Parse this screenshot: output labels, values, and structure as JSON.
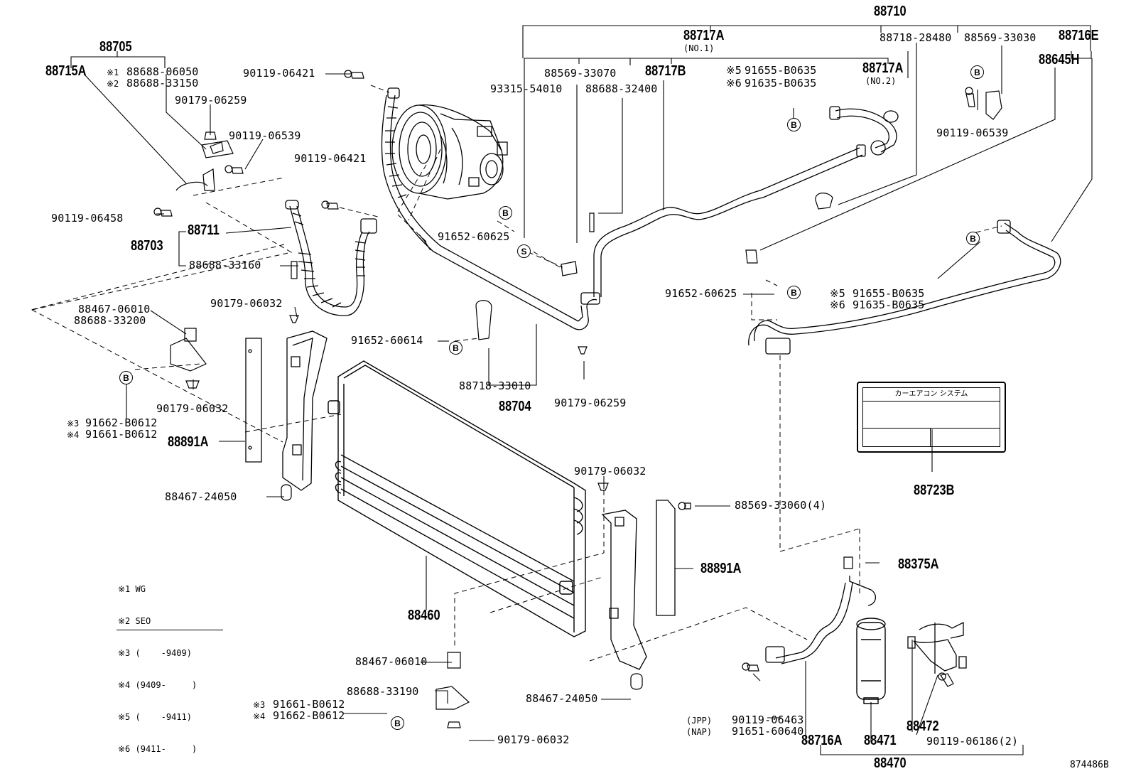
{
  "diagram_id": "874486B",
  "labels": {
    "p88710": "88710",
    "p88705": "88705",
    "p88715A": "88715A",
    "n1": "※1",
    "n2": "※2",
    "p88688_06050": "88688-06050",
    "p88688_33150": "88688-33150",
    "p90179_06259_a": "90179-06259",
    "p90119_06539_a": "90119-06539",
    "p90119_06421_a": "90119-06421",
    "p90119_06421_b": "90119-06421",
    "p90119_06458": "90119-06458",
    "p88703": "88703",
    "p88711": "88711",
    "p88688_33160": "88688-33160",
    "p88467_06010_a": "88467-06010",
    "p88688_33200": "88688-33200",
    "p90179_06032_a": "90179-06032",
    "p90179_06032_b": "90179-06032",
    "n3a": "※3",
    "n4a": "※4",
    "p91662_B0612_a": "91662-B0612",
    "p91661_B0612_a": "91661-B0612",
    "p88891A_a": "88891A",
    "p88467_24050_a": "88467-24050",
    "p88717A_1": "88717A",
    "no1": "(NO.1)",
    "p88569_33070": "88569-33070",
    "p93315_54010": "93315-54010",
    "p88717B": "88717B",
    "p88688_32400": "88688-32400",
    "n5a": "※5",
    "n6a": "※6",
    "p91655_B0635_a": "91655-B0635",
    "p91635_B0635_a": "91635-B0635",
    "p88717A_2": "88717A",
    "no2": "(NO.2)",
    "p88718_28480": "88718-28480",
    "p88569_33030": "88569-33030",
    "p88716E": "88716E",
    "p88645H": "88645H",
    "p90119_06539_b": "90119-06539",
    "p91652_60625_a": "91652-60625",
    "p91652_60625_b": "91652-60625",
    "n5b": "※5",
    "n6b": "※6",
    "p91655_B0635_b": "91655-B0635",
    "p91635_B0635_b": "91635-B0635",
    "p91652_60614": "91652-60614",
    "p88718_33010": "88718-33010",
    "p88704": "88704",
    "p90179_06259_b": "90179-06259",
    "p90179_06032_c": "90179-06032",
    "p88569_33060": "88569-33060(4)",
    "p88891A_b": "88891A",
    "p88460": "88460",
    "p88375A": "88375A",
    "p88467_06010_b": "88467-06010",
    "p88688_33190": "88688-33190",
    "n3b": "※3",
    "n4b": "※4",
    "p91661_B0612_b": "91661-B0612",
    "p91662_B0612_b": "91662-B0612",
    "p90179_06032_d": "90179-06032",
    "p88467_24050_b": "88467-24050",
    "jpp": "(JPP)",
    "nap": "(NAP)",
    "p90119_06463": "90119-06463",
    "p91651_60640": "91651-60640",
    "p88716A": "88716A",
    "p88471": "88471",
    "p88472": "88472",
    "p90119_06186": "90119-06186(2)",
    "p88470": "88470",
    "p88723B": "88723B"
  },
  "badges": {
    "b": "B",
    "s": "S"
  },
  "notes": [
    "※1 WG",
    "※2 SEO",
    "※3 (    -9409)",
    "※4 (9409-     )",
    "※5 (    -9411)",
    "※6 (9411-     )"
  ],
  "label_plate": {
    "title": "カーエアコン システム"
  }
}
